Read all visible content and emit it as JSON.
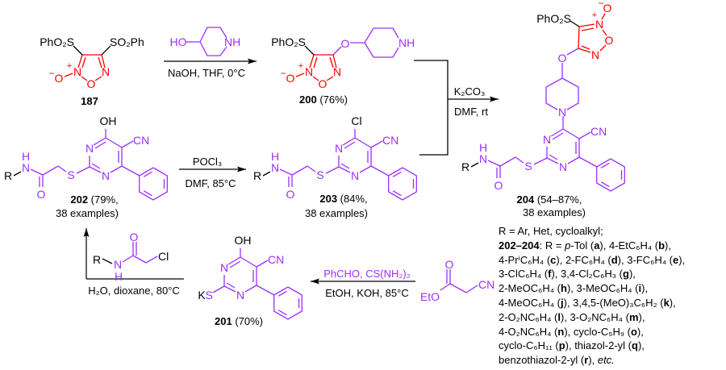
{
  "colors": {
    "purple": "#9b30ff",
    "red": "#ff0000",
    "black": "#000000"
  },
  "atoms": {
    "N": "N",
    "O": "O",
    "S": "S",
    "H": "H",
    "R": "R",
    "K": "K",
    "CN": "CN",
    "OH": "OH",
    "Cl": "Cl",
    "NH": "NH",
    "HO": "HO",
    "EtO": "EtO",
    "plus": "+",
    "minus": "−"
  },
  "compounds": {
    "c187": {
      "number": "187",
      "left_group": "PhO₂S",
      "right_group": "SO₂Ph"
    },
    "c200": {
      "number": "200",
      "yield": " (76%)",
      "left_group": "PhO₂S"
    },
    "c201": {
      "number": "201",
      "yield": " (70%)"
    },
    "c202": {
      "number": "202",
      "yield": " (79%,",
      "note": "38 examples)"
    },
    "c203": {
      "number": "203",
      "yield": " (84%,",
      "note": "38 examples)"
    },
    "c204": {
      "number": "204",
      "yield": " (54–87%,",
      "note": "38 examples)",
      "left_group": "PhO₂S"
    }
  },
  "reactions": {
    "r1": {
      "below": "NaOH, THF, 0°C"
    },
    "r2": {
      "above": "POCl₃",
      "below": "DMF, 85°C"
    },
    "r3": {
      "above": "K₂CO₃",
      "below": "DMF, rt"
    },
    "r4": {
      "above": "PhCHO, CS(NH₂)₂",
      "below": "EtOH, KOH, 85°C"
    },
    "r5": {
      "below": "H₂O, dioxane, 80°C"
    }
  },
  "r_list": [
    "R = Ar, Het, cycloalkyl;",
    "**202–204**: R = *p*-Tol (**a**), 4-EtC₆H₄ (**b**),",
    "4-PrⁱC₆H₄ (**c**), 2-FC₆H₄ (**d**), 3-FC₆H₄ (**e**),",
    "3-ClC₆H₄ (**f**), 3,4-Cl₂C₆H₃ (**g**),",
    "2-MeOC₆H₄ (**h**), 3-MeOC₆H₄ (**i**),",
    "4-MeOC₆H₄ (**j**), 3,4,5-(MeO)₃C₆H₂ (**k**),",
    "2-O₂NC₆H₄ (**l**), 3-O₂NC₆H₄ (**m**),",
    " 4-O₂NC₆H₄ (**n**), cyclo-C₅H₉ (**o**),",
    "cyclo-C₆H₁₁ (**p**), thiazol-2-yl (**q**),",
    "benzothiazol-2-yl (**r**), *etc.*"
  ]
}
